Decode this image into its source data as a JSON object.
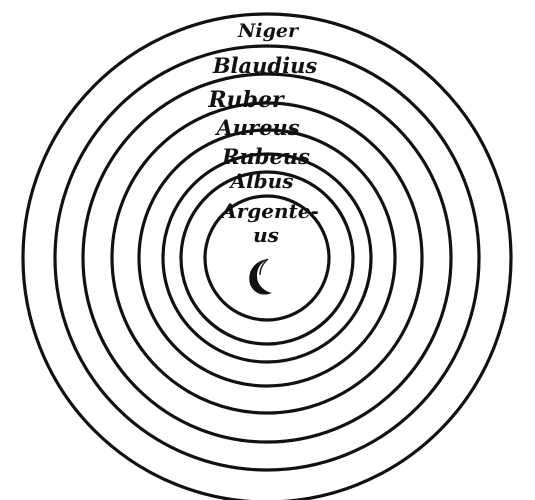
{
  "diagram": {
    "rings": [
      {
        "label": "Niger"
      },
      {
        "label": "Blaudius"
      },
      {
        "label": "Ruber"
      },
      {
        "label": "Aureus"
      },
      {
        "label": "Rubeus"
      },
      {
        "label": "Albus"
      },
      {
        "label": "Argente-",
        "label_line2": "us"
      }
    ],
    "center_symbol": "crescent-moon",
    "ink_color": "#111111",
    "paper_color": "#ffffff"
  }
}
